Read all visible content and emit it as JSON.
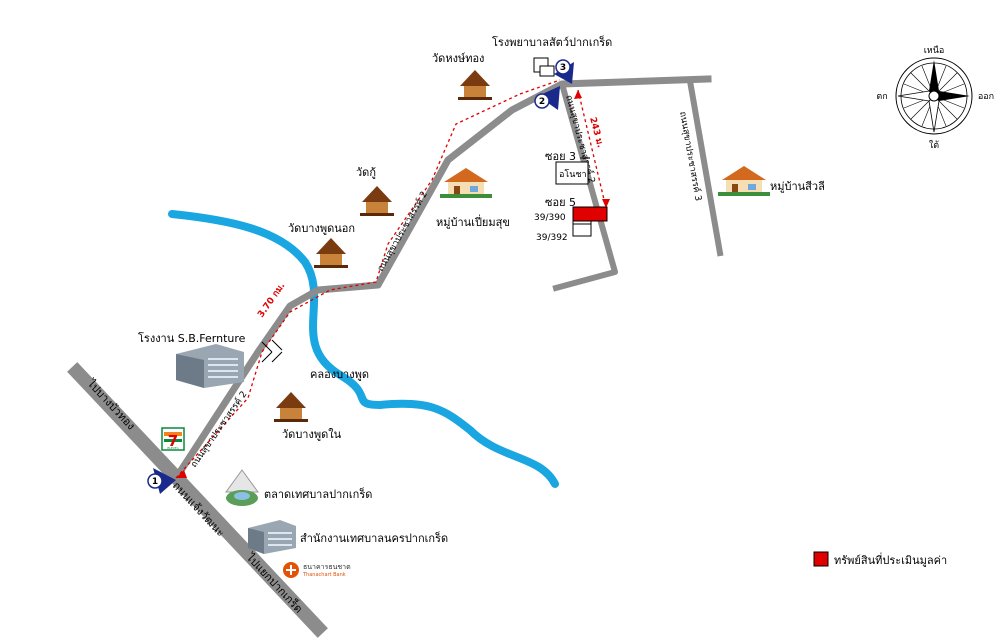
{
  "roads": {
    "main_road_top": "ไปบางบัวทอง",
    "main_road_name": "ถนนแจ้งวัฒนะ",
    "main_road_bottom": "ไปแยกปากเกร็ด",
    "prachachuen_2": "ถนนสุขาประชาสรรค์ 2",
    "prachachuen_2_upper": "ถนนสุขาประชาสรรค์ 2",
    "prachachuen_3": "ถนนสุขาประชาสรรค์ 3",
    "side_road": "ถนนสุขาประชาสรรค์ 2"
  },
  "landmarks": {
    "vet_hospital": "โรงพยาบาลสัตว์ปากเกร็ด",
    "wat_nong": "วัดหงษ์ทอง",
    "wat_ku": "วัดกู้",
    "wat_bangphut_nok": "วัดบางพูดนอก",
    "moo_baan_piamsuk": "หมู่บ้านเปี่ยมสุข",
    "moo_baan_sawee": "หมู่บ้านสีวลี",
    "factory": "โรงงาน S.B.Fernture",
    "khlong": "คลองบางพูด",
    "wat_bangphut_nai": "วัดบางพูดใน",
    "market": "ตลาดเทศบาลปากเกร็ด",
    "municipal_office": "สำนักงานเทศบาลนครปากเกร็ด",
    "bank_name": "ธนาคารธนชาต",
    "bank_sub": "Thanachart Bank",
    "seven_eleven": "7",
    "seven_eleven_sub": "ELEVEn"
  },
  "sois": {
    "soi3": "ซอย 3",
    "soi5": "ซอย 5",
    "shop": "อโนชา"
  },
  "property": {
    "addr1": "39/390",
    "addr2": "39/392"
  },
  "distances": {
    "d1": "3.70 กม.",
    "d2": "243 ม."
  },
  "markers": {
    "m1": "1",
    "m2": "2",
    "m3": "3"
  },
  "compass": {
    "north": "เหนือ",
    "south": "ใต้",
    "east": "ออก",
    "west": "ตก"
  },
  "legend": {
    "label": "ทรัพย์สินที่ประเมินมูลค่า",
    "color": "#e00000"
  },
  "colors": {
    "road": "#8c8c8c",
    "river": "#1aa6e0",
    "route": "#e00000",
    "marker": "#1a2a8c"
  }
}
